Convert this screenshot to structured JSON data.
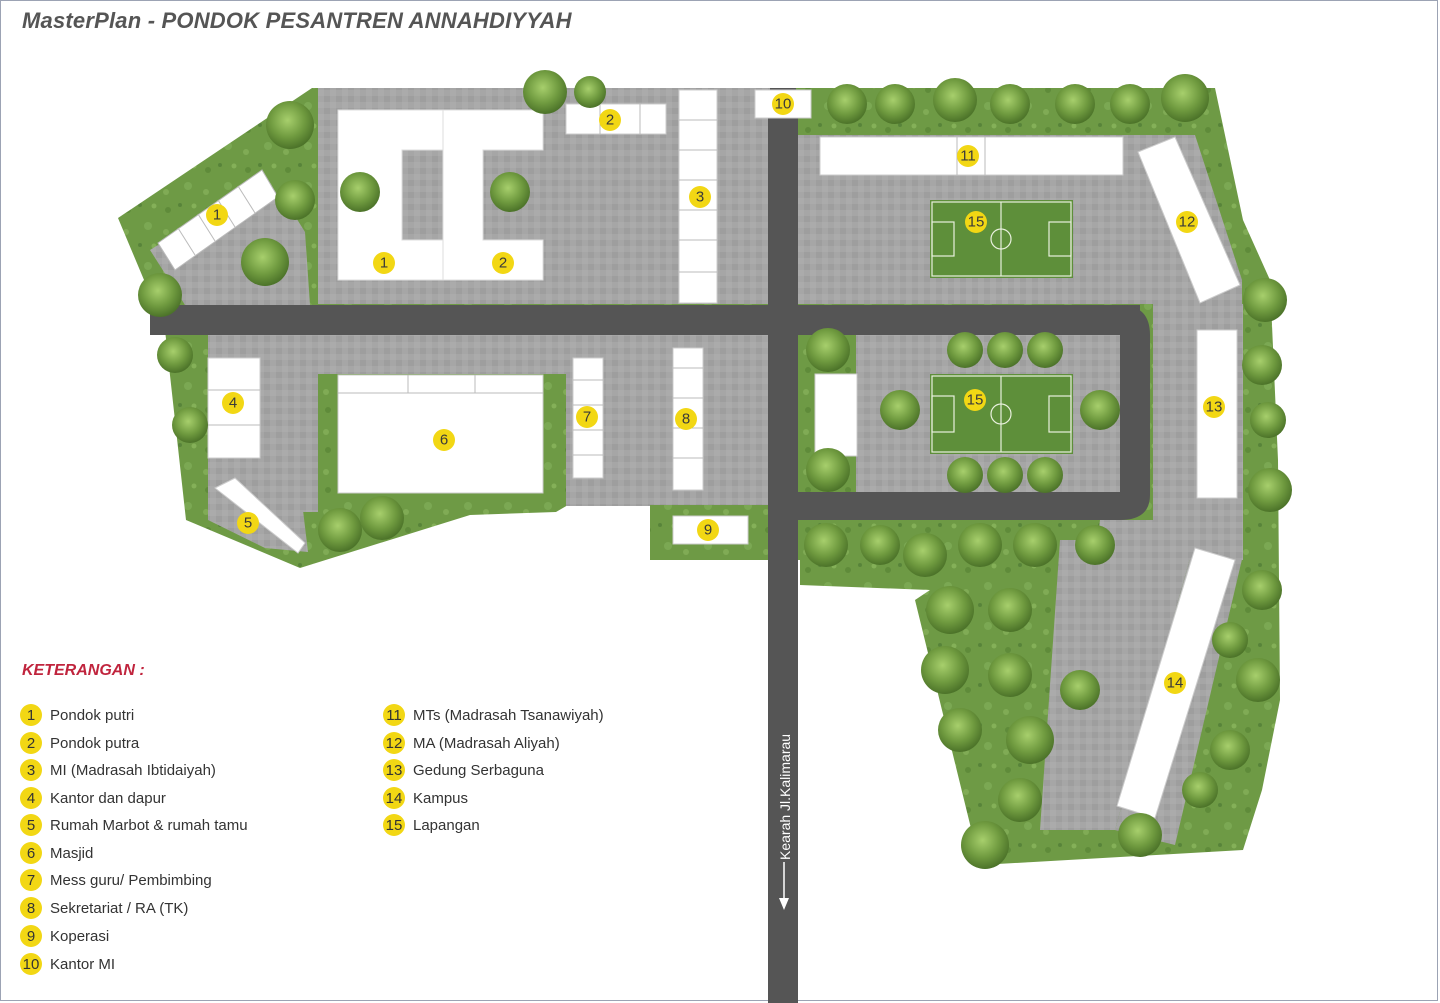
{
  "title": "MasterPlan - PONDOK PESANTREN ANNAHDIYYAH",
  "road_label": "Kearah Jl.Kalimarau",
  "legend_title": "KETERANGAN :",
  "legend_left": [
    {
      "num": "1",
      "label": "Pondok putri"
    },
    {
      "num": "2",
      "label": "Pondok putra"
    },
    {
      "num": "3",
      "label": "MI (Madrasah Ibtidaiyah)"
    },
    {
      "num": "4",
      "label": "Kantor dan dapur"
    },
    {
      "num": "5",
      "label": "Rumah Marbot & rumah tamu"
    },
    {
      "num": "6",
      "label": "Masjid"
    },
    {
      "num": "7",
      "label": "Mess guru/ Pembimbing"
    },
    {
      "num": "8",
      "label": "Sekretariat / RA (TK)"
    },
    {
      "num": "9",
      "label": "Koperasi"
    },
    {
      "num": "10",
      "label": "Kantor MI"
    }
  ],
  "legend_right": [
    {
      "num": "11",
      "label": "MTs (Madrasah Tsanawiyah)"
    },
    {
      "num": "12",
      "label": "MA (Madrasah Aliyah)"
    },
    {
      "num": "13",
      "label": "Gedung Serbaguna"
    },
    {
      "num": "14",
      "label": "Kampus"
    },
    {
      "num": "15",
      "label": "Lapangan"
    }
  ],
  "map_markers": {
    "m1a": "1",
    "m1b": "1",
    "m2a": "2",
    "m2b": "2",
    "m3": "3",
    "m4": "4",
    "m5": "5",
    "m6": "6",
    "m7": "7",
    "m8": "8",
    "m9": "9",
    "m10": "10",
    "m11": "11",
    "m12": "12",
    "m13": "13",
    "m14": "14",
    "m15a": "15",
    "m15b": "15"
  },
  "colors": {
    "grass": "#6e9a45",
    "paving": "#a3a3a3",
    "road": "#555555",
    "building": "#ffffff",
    "marker": "#f2d714",
    "legend_title": "#c0243d"
  }
}
